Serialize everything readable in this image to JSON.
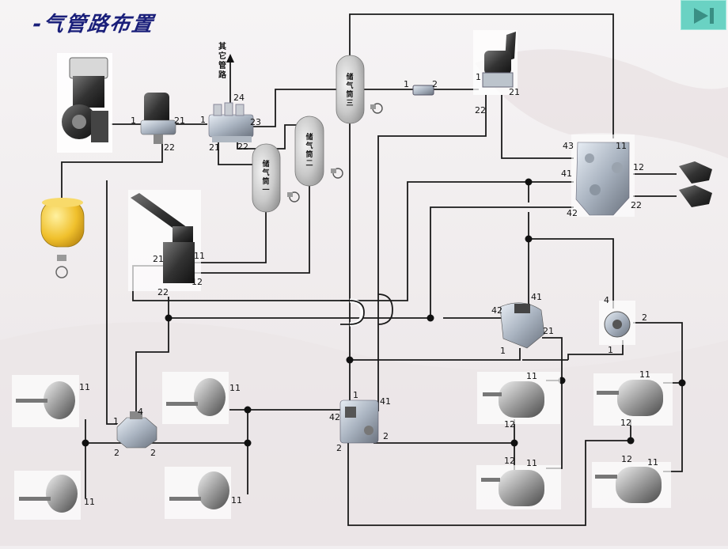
{
  "title": "-气管路布置",
  "nav": {
    "next_icon": "skip-next-icon"
  },
  "diagram": {
    "arrow_label": "其它管路",
    "tanks": {
      "tank1": "储气筒一",
      "tank2": "储气筒二",
      "tank3": "储气筒三"
    },
    "ports": {
      "dryer_in": "1",
      "dryer_out": "21",
      "dryer_drain": "22",
      "pv_1": "1",
      "pv_21": "21",
      "pv_22": "22",
      "pv_23": "23",
      "pv_24": "24",
      "t3_1": "1",
      "t3_2": "2",
      "hv_1": "1",
      "hv_21": "21",
      "hv_22": "22",
      "tcv_43": "43",
      "tcv_11": "11",
      "tcv_41": "41",
      "tcv_42": "42",
      "tcv_12": "12",
      "tcv_22": "22",
      "bv_21": "21",
      "bv_11": "11",
      "bv_22": "22",
      "bv_12": "12",
      "lsv_42": "42",
      "lsv_41": "41",
      "lsv_21": "21",
      "lsv_1": "1",
      "qrv_4": "4",
      "qrv_2": "2",
      "qrv_1": "1",
      "fr_1": "1",
      "fr_4": "4",
      "fr_2a": "2",
      "fr_2b": "2",
      "rv_1": "1",
      "rv_41": "41",
      "rv_42": "42",
      "rv_2a": "2",
      "rv_2b": "2",
      "fc1_11": "11",
      "fc2_11": "11",
      "fc3_11": "11",
      "fc4_11": "11",
      "sc1_11": "11",
      "sc1_12": "12",
      "sc2_11": "11",
      "sc2_12": "12",
      "sc3_11": "11",
      "sc3_12": "12",
      "sc4_11": "11",
      "sc4_12": "12"
    }
  }
}
